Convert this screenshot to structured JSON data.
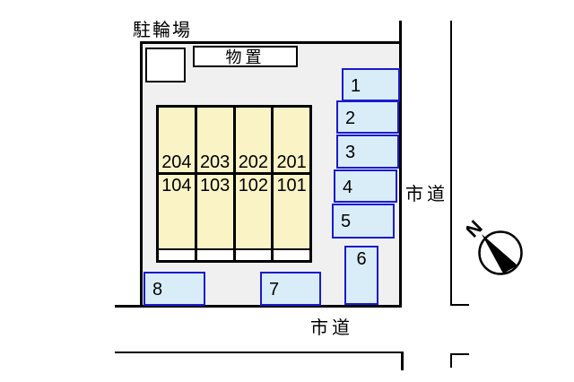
{
  "site": {
    "bicycle_parking_label": "駐輪場",
    "storage_label": "物置",
    "road_right_label": "市道",
    "road_bottom_label": "市道",
    "compass_north_label": "N"
  },
  "building": {
    "units": [
      {
        "upper": "204",
        "lower": "104"
      },
      {
        "upper": "203",
        "lower": "103"
      },
      {
        "upper": "202",
        "lower": "102"
      },
      {
        "upper": "201",
        "lower": "101"
      }
    ]
  },
  "parking_spaces": [
    {
      "label": "1"
    },
    {
      "label": "2"
    },
    {
      "label": "3"
    },
    {
      "label": "4"
    },
    {
      "label": "5"
    },
    {
      "label": "6"
    },
    {
      "label": "7"
    },
    {
      "label": "8"
    }
  ],
  "colors": {
    "area_fill": "#f0f0f0",
    "building_fill": "#faf3c6",
    "space_fill": "#d9edf8",
    "space_border": "#1a1acd",
    "outline": "#000000"
  }
}
